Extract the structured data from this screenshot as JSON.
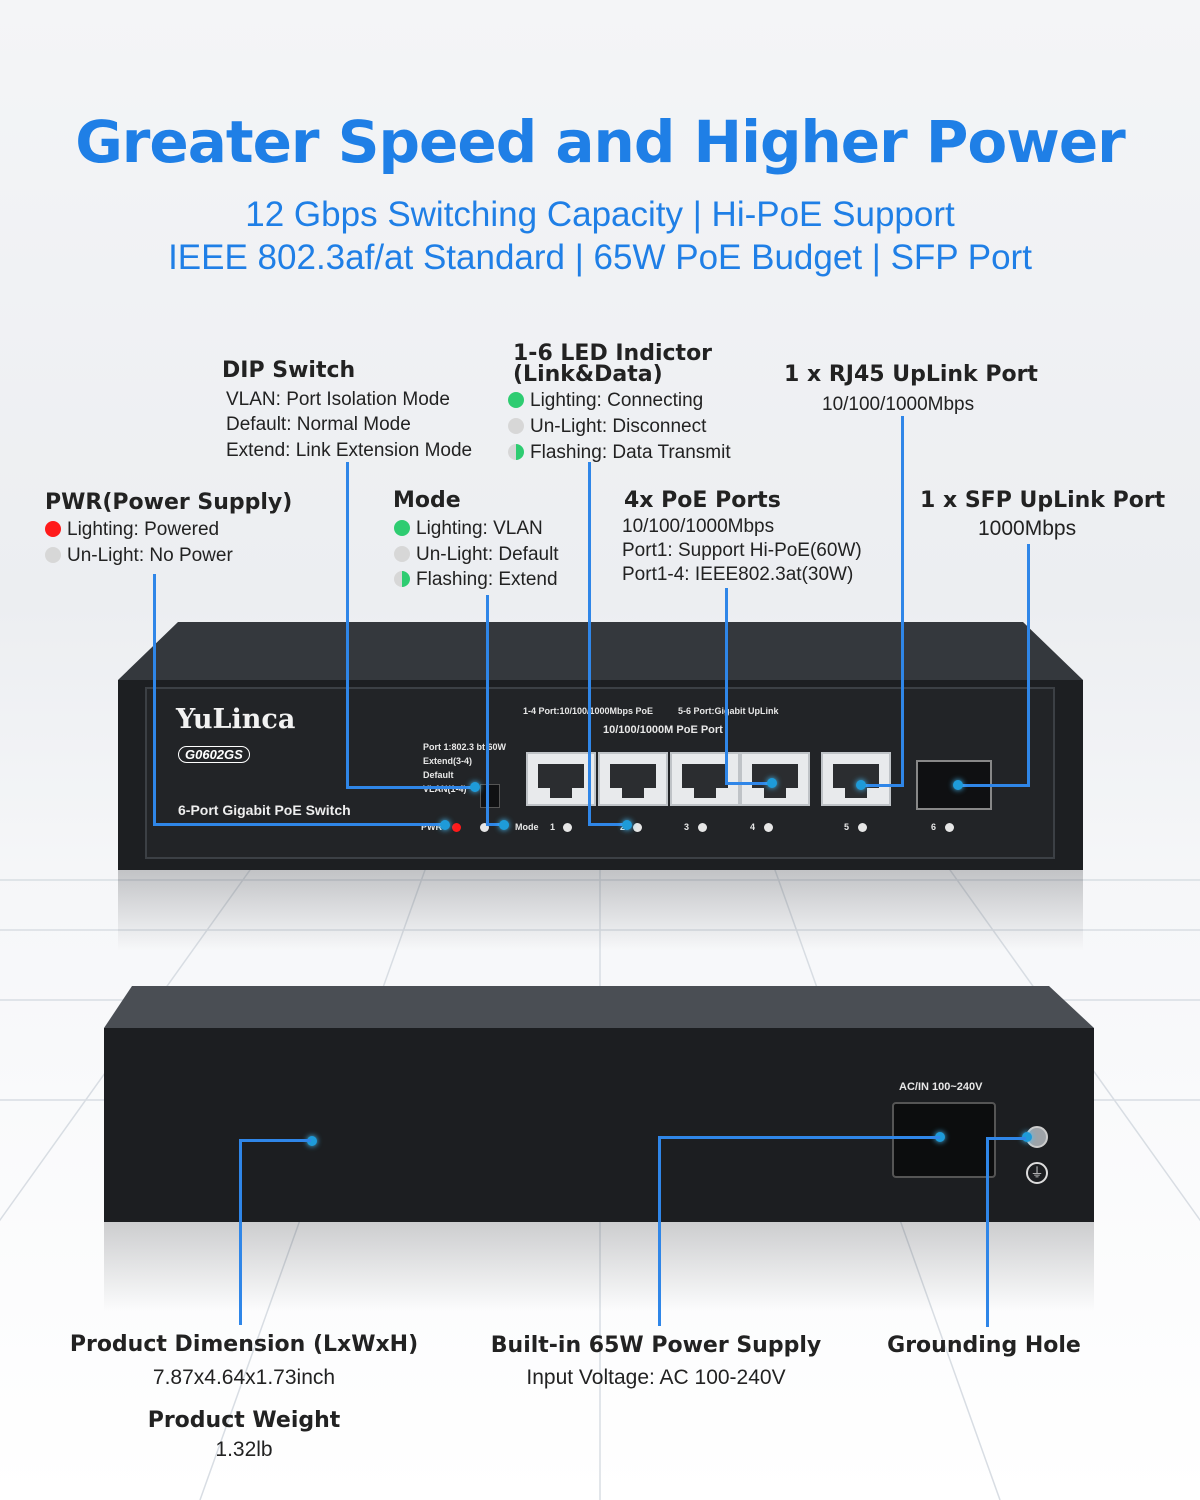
{
  "headline": "Greater Speed and Higher Power",
  "subline1": "12 Gbps Switching Capacity | Hi-PoE Support",
  "subline2": "IEEE 802.3af/at Standard | 65W PoE Budget | SFP Port",
  "dip": {
    "title": "DIP Switch",
    "lines": [
      "VLAN: Port Isolation Mode",
      "Default: Normal Mode",
      "Extend: Link Extension Mode"
    ]
  },
  "led16": {
    "title1": "1-6 LED Indictor",
    "title2": "(Link&Data)",
    "lines": [
      "Lighting: Connecting",
      "Un-Light: Disconnect",
      "Flashing: Data Transmit"
    ]
  },
  "rj45": {
    "title": "1 x RJ45 UpLink Port",
    "line": "10/100/1000Mbps"
  },
  "pwr": {
    "title": "PWR(Power Supply)",
    "lines": [
      "Lighting: Powered",
      "Un-Light: No Power"
    ]
  },
  "mode": {
    "title": "Mode",
    "lines": [
      "Lighting: VLAN",
      "Un-Light: Default",
      "Flashing: Extend"
    ]
  },
  "poe": {
    "title": "4x PoE Ports",
    "lines": [
      "10/100/1000Mbps",
      "Port1: Support Hi-PoE(60W)",
      "Port1-4: IEEE802.3at(30W)"
    ]
  },
  "sfp": {
    "title": "1 x SFP UpLink Port",
    "line": "1000Mbps"
  },
  "device": {
    "brand": "YuLinca",
    "model": "G0602GS",
    "desc": "6-Port Gigabit PoE Switch",
    "legend1": "1-4 Port:10/100/1000Mbps PoE",
    "legend2": "5-6 Port:Gigabit UpLink",
    "poe_label": "10/100/1000M PoE Port",
    "dip_port": "Port 1:802.3 bt 60W",
    "dip_extend": "Extend(3-4)",
    "dip_default": "Default",
    "dip_vlan": "VLAN(1-4)",
    "pwr_label": "PWR",
    "mode_label": "Mode",
    "port_numbers": [
      "1",
      "2",
      "3",
      "4",
      "5",
      "6"
    ],
    "ac_label": "AC/IN 100~240V"
  },
  "dimension": {
    "title": "Product Dimension (LxWxH)",
    "value": "7.87x4.64x1.73inch"
  },
  "weight": {
    "title": "Product Weight",
    "value": "1.32lb"
  },
  "power_supply": {
    "title": "Built-in 65W Power Supply",
    "value": "Input Voltage: AC 100-240V"
  },
  "grounding": {
    "title": "Grounding Hole"
  },
  "colors": {
    "accent": "#1f7fe6",
    "green": "#2ecc71",
    "red": "#ff1a1a",
    "grey": "#d7d7d7"
  }
}
